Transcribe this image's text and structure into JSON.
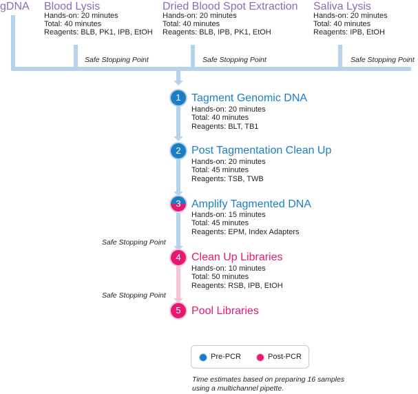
{
  "colors": {
    "pre_pcr": "#1b7ec2",
    "post_pcr": "#e5196f",
    "source_title": "#8d6bb3",
    "connector_pre": "#b6d3ec",
    "connector_post": "#f6c4d7"
  },
  "sources": [
    {
      "title": "gDNA",
      "details": []
    },
    {
      "title": "Blood Lysis",
      "details": [
        "Hands-on: 20 minutes",
        "Total: 40 minutes",
        "Reagents: BLB, PK1, IPB, EtOH"
      ]
    },
    {
      "title": "Dried Blood Spot Extraction",
      "details": [
        "Hands-on: 20 minutes",
        "Total: 40 minutes",
        "Reagents: BLB, IPB, PK1, EtOH"
      ]
    },
    {
      "title": "Saliva Lysis",
      "details": [
        "Hands-on: 20 minutes",
        "Total: 40 minutes",
        "Reagents: IPB, EtOH"
      ]
    }
  ],
  "top_safe_stops": [
    "Safe Stopping Point",
    "Safe Stopping Point",
    "Safe Stopping Point"
  ],
  "steps": [
    {
      "number": "1",
      "title": "Tagment Genomic DNA",
      "phase": "pre",
      "details": [
        "Hands-on: 20 minutes",
        "Total: 40 minutes",
        "Reagents: BLT, TB1"
      ]
    },
    {
      "number": "2",
      "title": "Post Tagmentation Clean Up",
      "phase": "pre",
      "details": [
        "Hands-on: 20 minutes",
        "Total: 45 minutes",
        "Reagents: TSB, TWB"
      ]
    },
    {
      "number": "3",
      "title": "Amplify Tagmented DNA",
      "phase": "mixed",
      "details": [
        "Hands-on: 15 minutes",
        "Total: 45 minutes",
        "Reagents: EPM, Index Adapters"
      ]
    },
    {
      "number": "4",
      "title": "Clean Up Libraries",
      "phase": "post",
      "details": [
        "Hands-on: 10 minutes",
        "Total: 50 minutes",
        "Reagents: RSB, IPB, EtOH"
      ]
    },
    {
      "number": "5",
      "title": "Pool Libraries",
      "phase": "post",
      "details": []
    }
  ],
  "step_safe_stops": [
    "Safe Stopping Point",
    "Safe Stopping Point"
  ],
  "legend": {
    "pre_label": "Pre-PCR",
    "post_label": "Post-PCR"
  },
  "footnote": [
    "Time estimates based on preparing 16 samples",
    "using a multichannel pipette."
  ]
}
